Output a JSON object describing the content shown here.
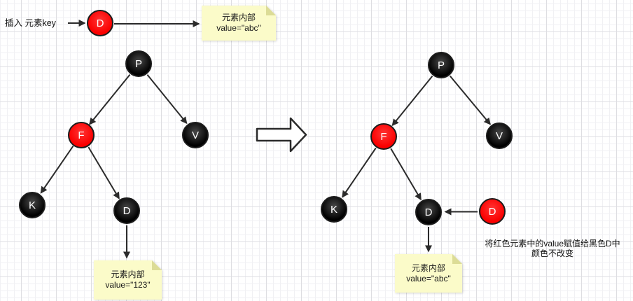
{
  "diagram_type": "red-black-tree-insertion",
  "colors": {
    "node_red": "#fa0000",
    "node_black": "#000000",
    "node_border": "#1c1c1c",
    "note_bg": "#fbfbc9",
    "note_fold": "#dcdc96",
    "edge": "#2b2b2b",
    "grid_minor": "#f1f1f4",
    "grid_major": "#dedee2"
  },
  "insert_annotation": {
    "label": "插入 元素key",
    "node_label": "D"
  },
  "top_note": {
    "line1": "元素内部",
    "line2": "value=\"abc\""
  },
  "left_tree": {
    "p": "P",
    "f": "F",
    "v": "V",
    "k": "K",
    "d": "D",
    "note": {
      "line1": "元素内部",
      "line2": "value=\"123\""
    }
  },
  "right_tree": {
    "p": "P",
    "f": "F",
    "v": "V",
    "k": "K",
    "d": "D",
    "d_new": "D",
    "note": {
      "line1": "元素内部",
      "line2": "value=\"abc\""
    }
  },
  "caption": {
    "line1": "将红色元素中的value赋值给黑色D中",
    "line2": "颜色不改变"
  }
}
